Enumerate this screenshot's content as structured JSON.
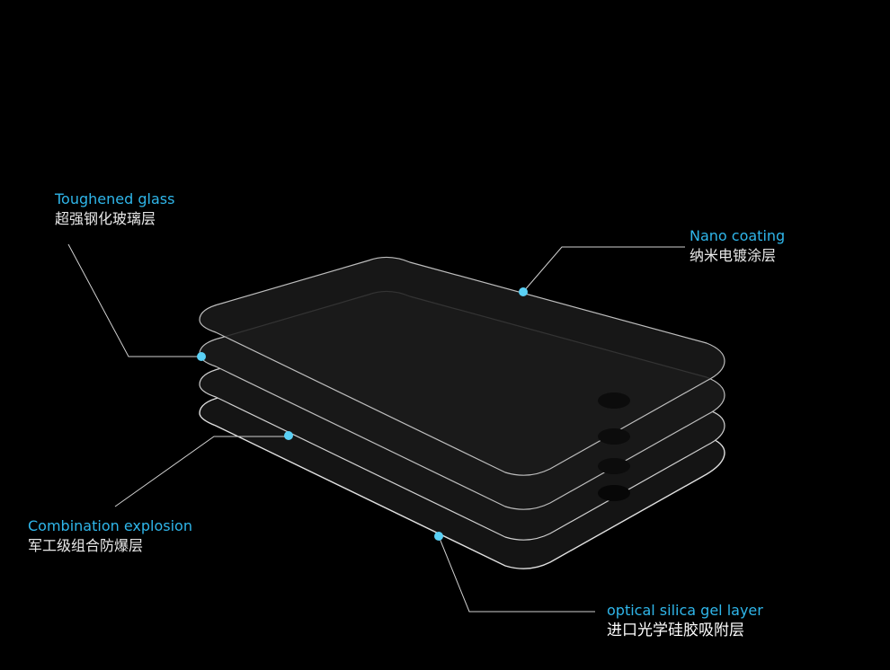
{
  "labels": {
    "toughened": {
      "en": "Toughened glass",
      "cn": "超强钢化玻璃层"
    },
    "nano": {
      "en": "Nano coating",
      "cn": "纳米电镀涂层"
    },
    "combination": {
      "en": "Combination explosion",
      "cn": "军工级组合防爆层"
    },
    "optical": {
      "en": "optical silica gel layer",
      "cn": "进口光学硅胶吸附层"
    }
  },
  "colors": {
    "background": "#000000",
    "accent": "#2fb6ea",
    "dot": "#5ad0f5",
    "leader_line": "#d0d0d0",
    "layer_fill": "#161616",
    "layer_stroke": "#cfcfcf"
  }
}
